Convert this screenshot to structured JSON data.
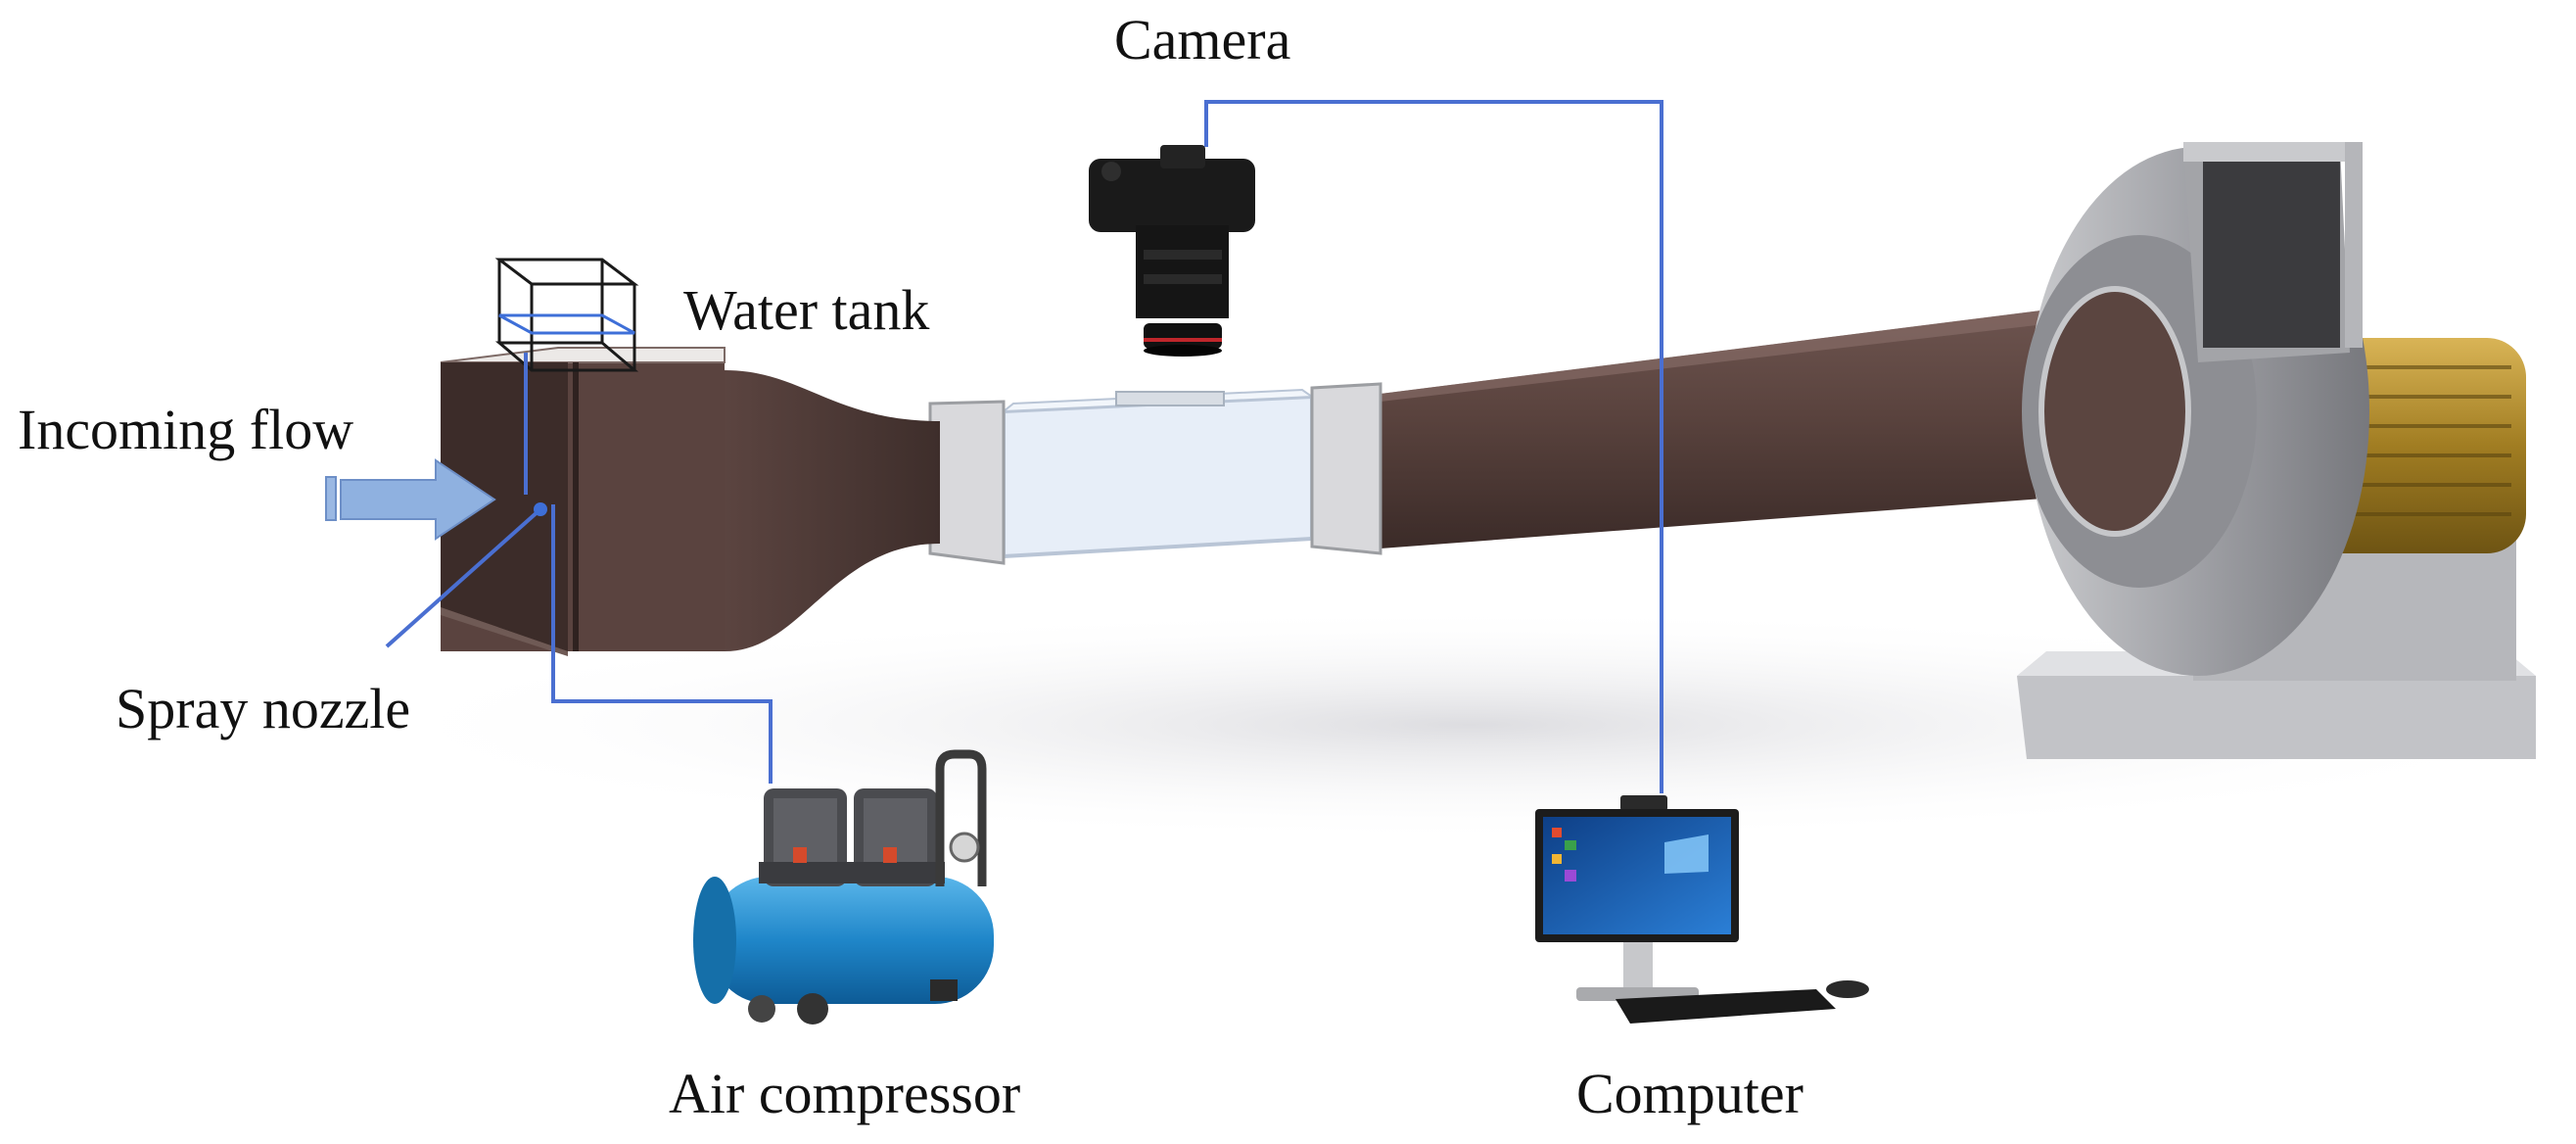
{
  "labels": {
    "camera": "Camera",
    "water_tank": "Water tank",
    "incoming_flow": "Incoming flow",
    "spray_nozzle": "Spray nozzle",
    "air_compressor": "Air compressor",
    "computer": "Computer"
  },
  "colors": {
    "connector_line": "#4a6fd1",
    "duct_brown": "#5e4641",
    "duct_brown_dark": "#3f2e2b",
    "flow_arrow": "#8fb1e0",
    "fan_gray": "#a9aaae",
    "motor_gold": "#b8932e",
    "compressor_blue": "#1f86c9",
    "test_section_glass": "#dfe8f4"
  }
}
